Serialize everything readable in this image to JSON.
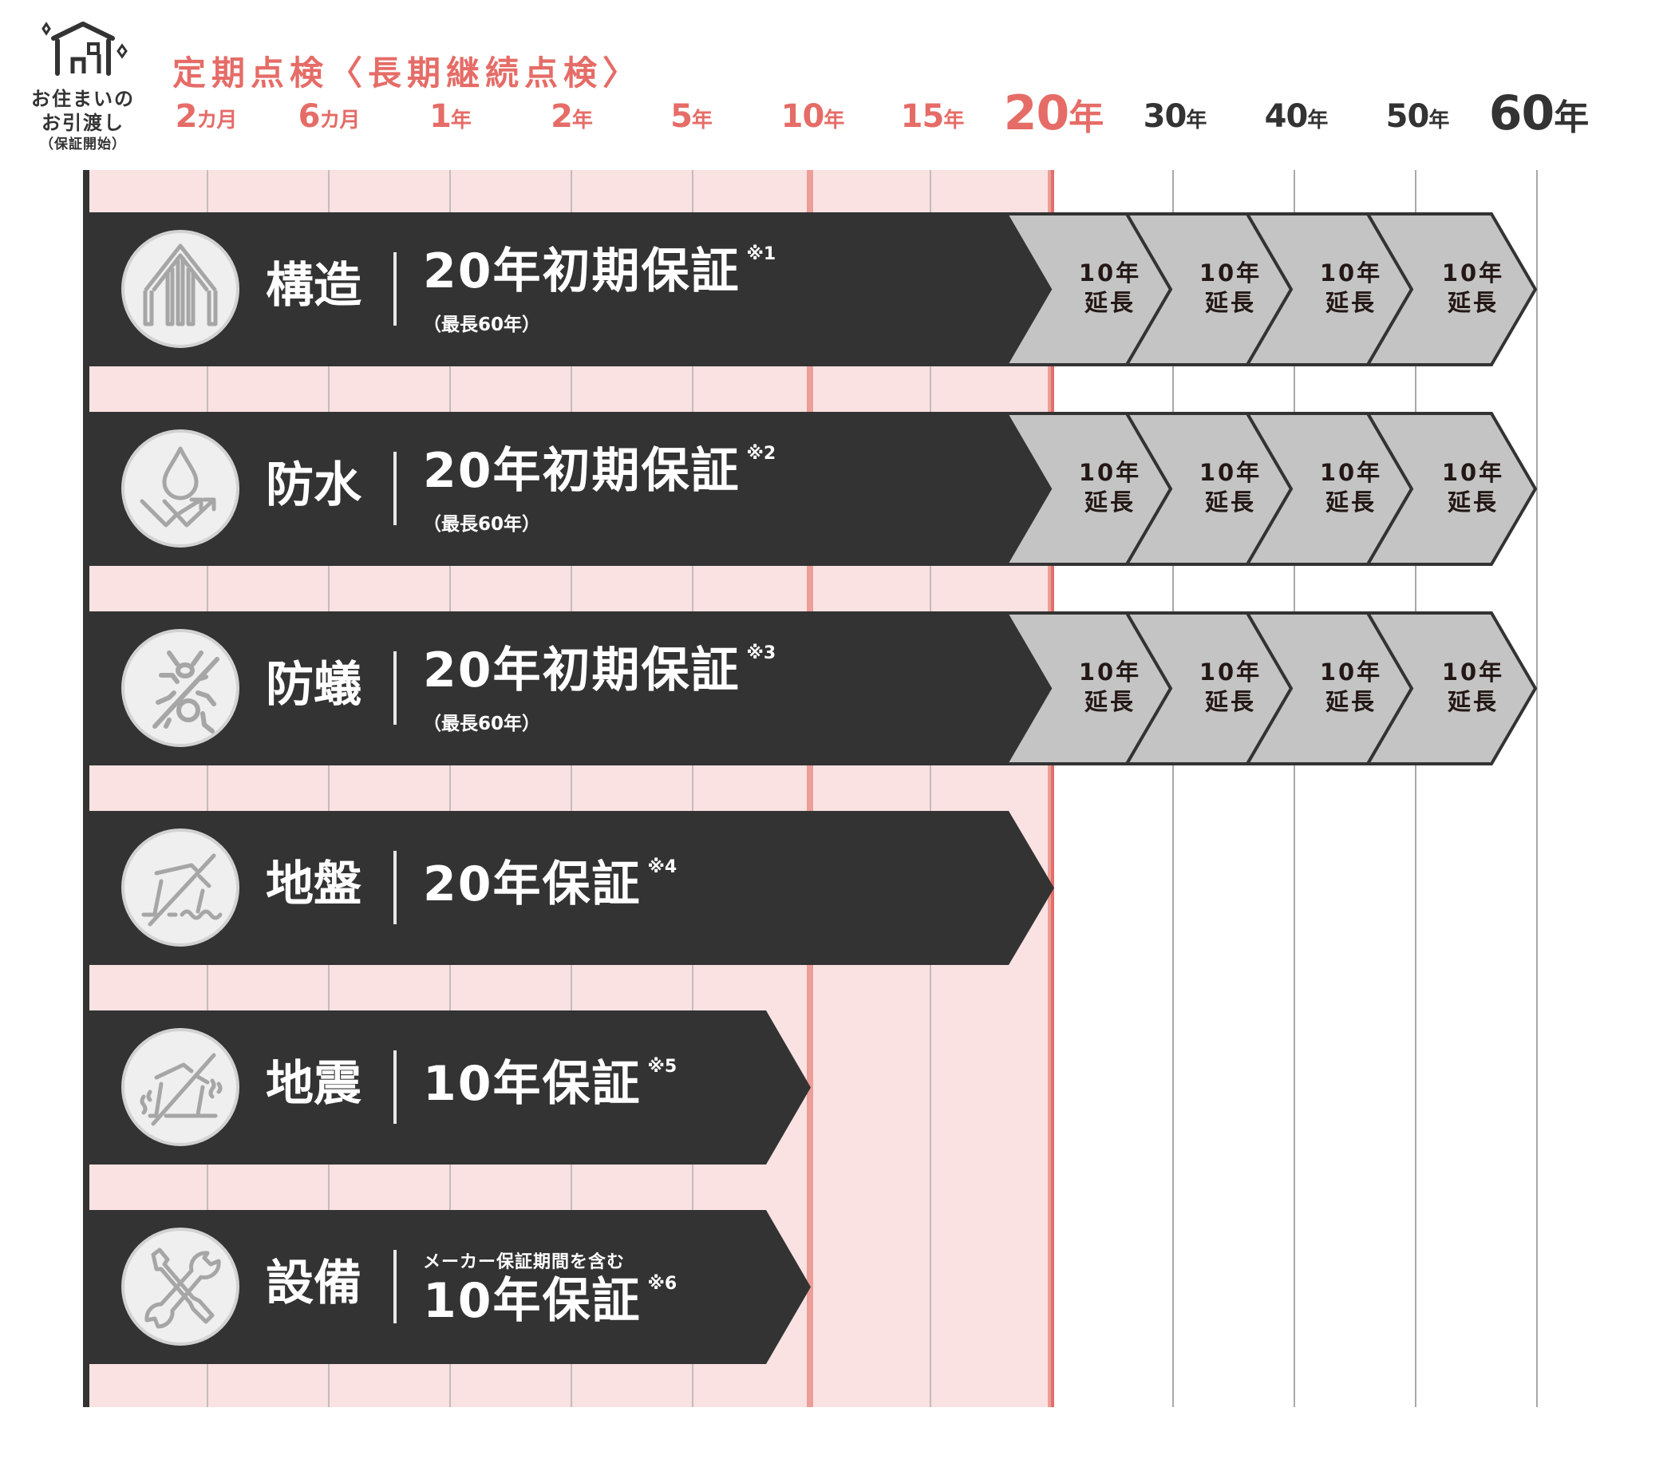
{
  "logo": {
    "icon": "house-sparkle-icon",
    "line1": "お住まいの",
    "line2": "お引渡し",
    "line3": "（保証開始）"
  },
  "header": {
    "title": "定期点検〈長期継続点検〉"
  },
  "colors": {
    "accent_red": "#e56c67",
    "pink_band": "#f9e2e1",
    "bar_dark": "#333333",
    "chevron_fill": "#c4c4c4",
    "icon_circle": "#efefef",
    "icon_stroke": "#a6a6a6"
  },
  "timeline": {
    "ticks": [
      {
        "num": "2",
        "unit": "カ月",
        "x": 258,
        "style": "red"
      },
      {
        "num": "6",
        "unit": "カ月",
        "x": 412,
        "style": "red"
      },
      {
        "num": "1",
        "unit": "年",
        "x": 564,
        "style": "red"
      },
      {
        "num": "2",
        "unit": "年",
        "x": 716,
        "style": "red"
      },
      {
        "num": "5",
        "unit": "年",
        "x": 866,
        "style": "red"
      },
      {
        "num": "10",
        "unit": "年",
        "x": 1018,
        "style": "red"
      },
      {
        "num": "15",
        "unit": "年",
        "x": 1168,
        "style": "red"
      },
      {
        "num": "20",
        "unit": "年",
        "x": 1320,
        "style": "red big"
      },
      {
        "num": "30",
        "unit": "年",
        "x": 1472,
        "style": "dark"
      },
      {
        "num": "40",
        "unit": "年",
        "x": 1624,
        "style": "dark"
      },
      {
        "num": "50",
        "unit": "年",
        "x": 1776,
        "style": "dark"
      },
      {
        "num": "60",
        "unit": "年",
        "x": 1928,
        "style": "dark big"
      }
    ]
  },
  "chart_data": {
    "type": "timeline",
    "title": "定期点検〈長期継続点検〉",
    "axis_origin_label": "お住まいのお引渡し（保証開始）",
    "x_ticks": [
      "2カ月",
      "6カ月",
      "1年",
      "2年",
      "5年",
      "10年",
      "15年",
      "20年",
      "30年",
      "40年",
      "50年",
      "60年"
    ],
    "rows": [
      {
        "category": "構造",
        "initial_guarantee": "20年初期保証",
        "note": "※1",
        "max": "最長60年",
        "initial_years": 20,
        "extensions": [
          "10年延長",
          "10年延長",
          "10年延長",
          "10年延長"
        ],
        "max_years": 60
      },
      {
        "category": "防水",
        "initial_guarantee": "20年初期保証",
        "note": "※2",
        "max": "最長60年",
        "initial_years": 20,
        "extensions": [
          "10年延長",
          "10年延長",
          "10年延長",
          "10年延長"
        ],
        "max_years": 60
      },
      {
        "category": "防蟻",
        "initial_guarantee": "20年初期保証",
        "note": "※3",
        "max": "最長60年",
        "initial_years": 20,
        "extensions": [
          "10年延長",
          "10年延長",
          "10年延長",
          "10年延長"
        ],
        "max_years": 60
      },
      {
        "category": "地盤",
        "initial_guarantee": "20年保証",
        "note": "※4",
        "initial_years": 20,
        "extensions": [],
        "max_years": 20
      },
      {
        "category": "地震",
        "initial_guarantee": "10年保証",
        "note": "※5",
        "initial_years": 10,
        "extensions": [],
        "max_years": 10
      },
      {
        "category": "設備",
        "initial_guarantee": "10年保証",
        "note": "※6",
        "prefix": "メーカー保証期間を含む",
        "initial_years": 10,
        "extensions": [],
        "max_years": 10
      }
    ],
    "highlight_band": {
      "from": "お引渡し",
      "to": "20年",
      "color": "#f9e2e1"
    }
  },
  "bars": [
    {
      "category": "構造",
      "icon": "house-frame-icon",
      "main": "20年初期保証",
      "sup": "※1",
      "sub": "（最長60年）",
      "ext": [
        {
          "l1": "10年",
          "l2": "延長"
        },
        {
          "l1": "10年",
          "l2": "延長"
        },
        {
          "l1": "10年",
          "l2": "延長"
        },
        {
          "l1": "10年",
          "l2": "延長"
        }
      ]
    },
    {
      "category": "防水",
      "icon": "water-drop-icon",
      "main": "20年初期保証",
      "sup": "※2",
      "sub": "（最長60年）",
      "ext": [
        {
          "l1": "10年",
          "l2": "延長"
        },
        {
          "l1": "10年",
          "l2": "延長"
        },
        {
          "l1": "10年",
          "l2": "延長"
        },
        {
          "l1": "10年",
          "l2": "延長"
        }
      ]
    },
    {
      "category": "防蟻",
      "icon": "no-termite-icon",
      "main": "20年初期保証",
      "sup": "※3",
      "sub": "（最長60年）",
      "ext": [
        {
          "l1": "10年",
          "l2": "延長"
        },
        {
          "l1": "10年",
          "l2": "延長"
        },
        {
          "l1": "10年",
          "l2": "延長"
        },
        {
          "l1": "10年",
          "l2": "延長"
        }
      ]
    },
    {
      "category": "地盤",
      "icon": "ground-subsidence-icon",
      "main": "20年保証",
      "sup": "※4"
    },
    {
      "category": "地震",
      "icon": "earthquake-house-icon",
      "main": "10年保証",
      "sup": "※5"
    },
    {
      "category": "設備",
      "icon": "tools-icon",
      "pre": "メーカー保証期間を含む",
      "main": "10年保証",
      "sup": "※6"
    }
  ]
}
